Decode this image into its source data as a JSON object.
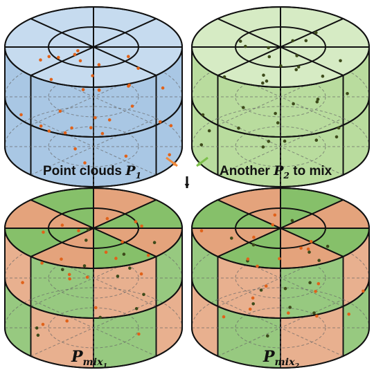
{
  "labels": {
    "p1_text": "Point clouds ",
    "p1_sym": "P",
    "p1_sub": "1",
    "p2_pre": "Another ",
    "p2_sym": "P",
    "p2_sub": "2",
    "p2_post": " to mix",
    "mix1_sym": "P",
    "mix1_sub": "mix",
    "mix1_subsub": "1",
    "mix2_sym": "P",
    "mix2_sub": "mix",
    "mix2_subsub": "2"
  },
  "colors": {
    "blue_fill": "#c6dbef",
    "blue_side": "#a9c7e4",
    "green_fill": "#d6ebc4",
    "green_side": "#b9dc9e",
    "orange_seg": "#e4a37c",
    "orange_light": "#f1cdb5",
    "green_seg": "#86c06a",
    "green_light": "#c8e4b2",
    "orange_dot": "#e0621a",
    "dark_dot": "#3d4a1a",
    "arrow_orange": "#ef8a3c",
    "arrow_green": "#7cbf4a",
    "arrow_black": "#111111"
  },
  "figure": {
    "cylinders": [
      {
        "id": "point-cloud-p1",
        "scheme": "blue"
      },
      {
        "id": "point-cloud-p2",
        "scheme": "green"
      },
      {
        "id": "mixed-cloud-1",
        "scheme": "mix",
        "first_sector": "orange"
      },
      {
        "id": "mixed-cloud-2",
        "scheme": "mix",
        "first_sector": "green"
      }
    ],
    "sectors": 8,
    "layers": 2
  }
}
